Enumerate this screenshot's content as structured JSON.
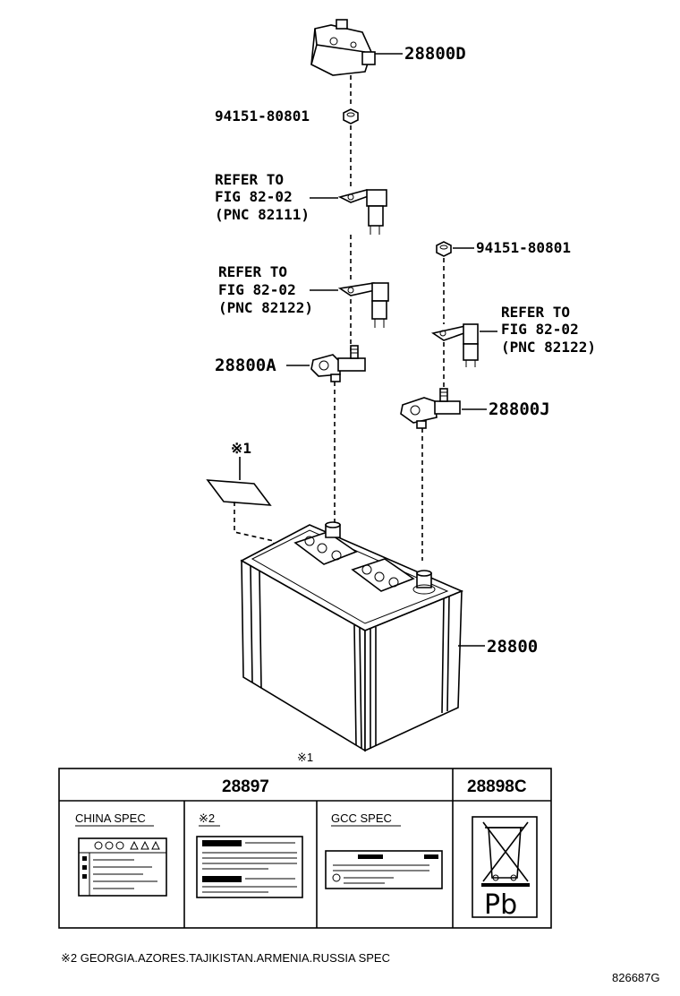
{
  "callouts": {
    "terminal_cover": "28800D",
    "nut_upper": "94151-80801",
    "refer_upper": [
      "REFER TO",
      "FIG 82-02",
      "(PNC 82111)"
    ],
    "refer_mid": [
      "REFER TO",
      "FIG 82-02",
      "(PNC 82122)"
    ],
    "nut_right": "94151-80801",
    "refer_right": [
      "REFER TO",
      "FIG 82-02",
      "(PNC 82122)"
    ],
    "clamp_positive": "28800A",
    "clamp_negative": "28800J",
    "battery": "28800",
    "label_mark": "※1"
  },
  "table": {
    "reference_mark": "※1",
    "header_left": "28897",
    "header_right": "28898C",
    "cells": [
      "CHINA SPEC",
      "※2",
      "GCC SPEC",
      ""
    ],
    "pb_text": "Pb"
  },
  "footnote": "※2 GEORGIA.AZORES.TAJIKISTAN.ARMENIA.RUSSIA SPEC",
  "figure_id": "826687G"
}
